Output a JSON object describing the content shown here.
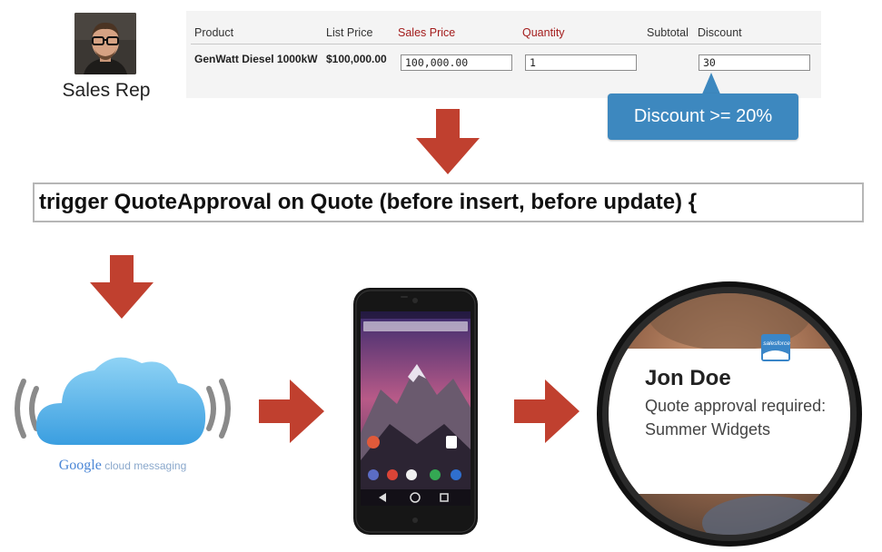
{
  "sales_rep": {
    "label": "Sales Rep"
  },
  "quote_table": {
    "headers": {
      "product": "Product",
      "list_price": "List Price",
      "sales_price": "Sales Price",
      "quantity": "Quantity",
      "subtotal": "Subtotal",
      "discount": "Discount"
    },
    "row": {
      "product": "GenWatt Diesel 1000kW",
      "list_price": "$100,000.00",
      "sales_price": "100,000.00",
      "quantity": "1",
      "discount": "30"
    },
    "required_color": "#a31c1c"
  },
  "tooltip": {
    "text": "Discount >= 20%",
    "color": "#3d88bf"
  },
  "trigger": {
    "code": "trigger QuoteApproval on Quote (before insert, before update) {"
  },
  "flow": {
    "arrow_color": "#c0402f"
  },
  "gcm": {
    "brand": "Google",
    "rest": " cloud messaging",
    "icon": "cloud-icon"
  },
  "watch_notification": {
    "name": "Jon Doe",
    "line1": "Quote approval required:",
    "line2": "Summer Widgets",
    "app_icon": "salesforce-icon",
    "app_icon_text": "salesforce"
  }
}
